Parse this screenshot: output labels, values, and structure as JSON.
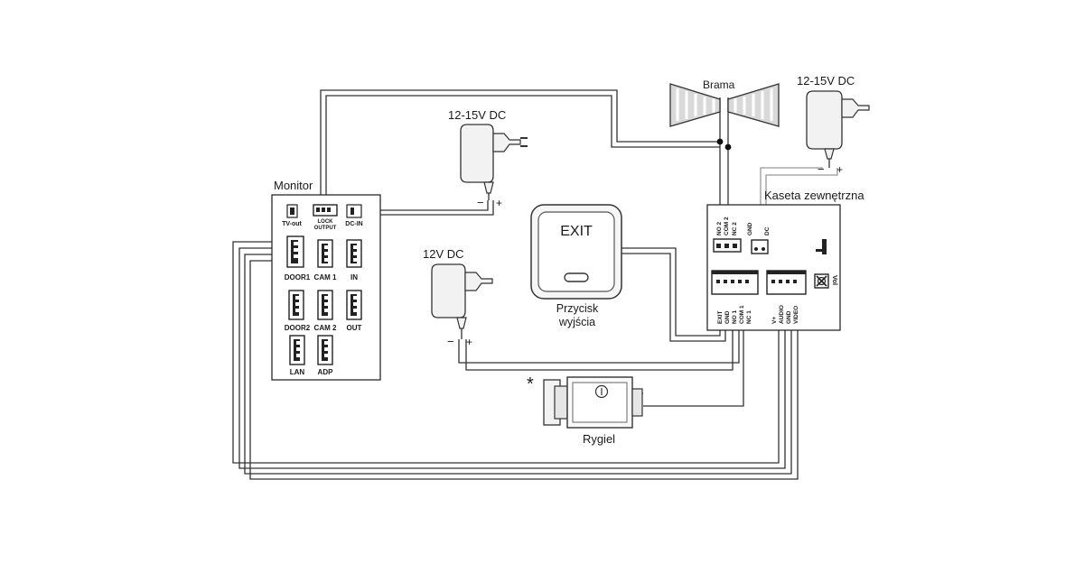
{
  "labels": {
    "monitor": "Monitor",
    "psu_monitor": "12-15V DC",
    "psu_camera": "12-15V DC",
    "psu_lock": "12V DC",
    "gate": "Brama",
    "camera": "Kaseta zewnętrzna",
    "exit_button": "EXIT",
    "exit_caption_line1": "Przycisk",
    "exit_caption_line2": "wyjścia",
    "lock": "Rygiel",
    "asterisk": "*"
  },
  "polarity": {
    "minus": "−",
    "plus": "+"
  },
  "monitor_ports": {
    "tvout": "TV-out",
    "lock_line1": "LOCK",
    "lock_line2": "OUTPUT",
    "dcin": "DC-IN",
    "door1": "DOOR1",
    "cam1": "CAM 1",
    "in": "IN",
    "door2": "DOOR2",
    "cam2": "CAM 2",
    "out": "OUT",
    "lan": "LAN",
    "adp": "ADP"
  },
  "camera_pins_top": [
    "NO 2",
    "COM 2",
    "NC 2",
    "GND"
  ],
  "camera_dc": "DC",
  "camera_pins_bottom": [
    "EXIT",
    "GND",
    "NO 1",
    "COM 1",
    "NC 1",
    "V+",
    "AUDIO",
    "GND",
    "VIDEO"
  ],
  "camera_vol": "Vol",
  "colors": {
    "line": "#2a2a2a",
    "wire": "#333333",
    "fill_light": "#f2f2f2",
    "fill_dark": "#d9d9d9"
  }
}
